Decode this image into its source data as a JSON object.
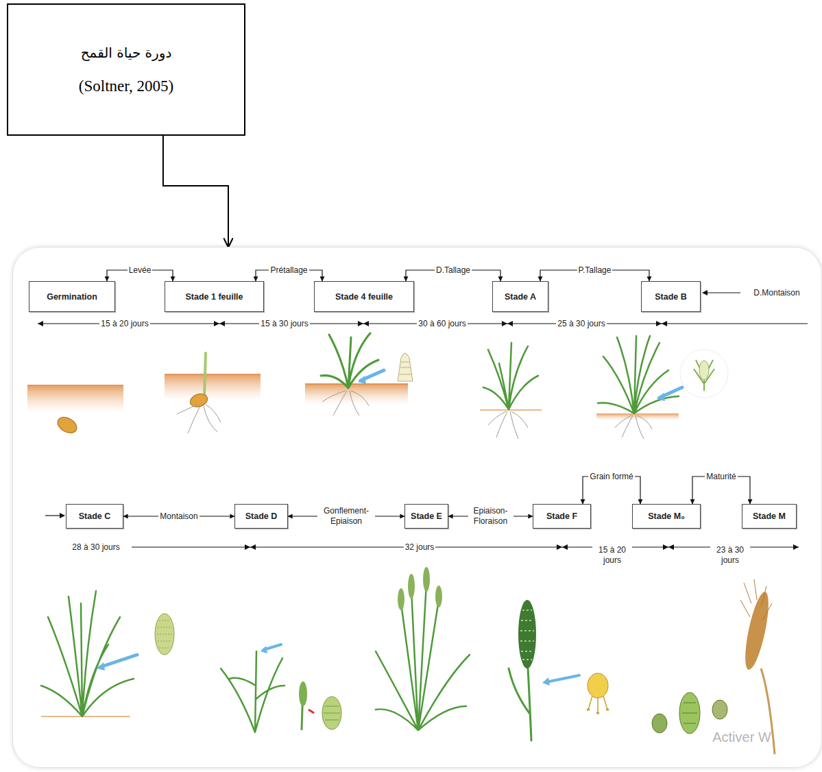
{
  "diagram": {
    "nodes": [
      {
        "text": [
          "دورة حياة القمح",
          "(Soltner, 2005)"
        ]
      },
      {
        "text": []
      },
      {
        "text": [
          "Germination"
        ],
        "in": 1
      },
      {
        "text": [
          "Stade 1 feuille"
        ],
        "in": 1
      },
      {
        "text": [
          "Stade 4 feuille"
        ],
        "in": 1
      },
      {
        "text": [
          "Stade A"
        ],
        "in": 1
      },
      {
        "text": [
          "Stade B"
        ],
        "in": 1
      },
      {
        "text": [
          "Stade C"
        ],
        "in": 1
      },
      {
        "text": [
          "Stade D"
        ],
        "in": 1
      },
      {
        "text": [
          "Stade E"
        ],
        "in": 1
      },
      {
        "text": [
          "Stade F"
        ],
        "in": 1
      },
      {
        "text": [
          "Stade M₀"
        ],
        "in": 1
      },
      {
        "text": [
          "Stade M"
        ],
        "in": 1
      }
    ],
    "edges": [
      {
        "from": 0,
        "to": 1,
        "arrow": "to"
      },
      {
        "from": 2,
        "to": 3,
        "label": "Levée",
        "arrow": "both"
      },
      {
        "from": 3,
        "to": 4,
        "label": "Prétallage",
        "arrow": "both"
      },
      {
        "from": 4,
        "to": 5,
        "label": "D.Tallage",
        "arrow": "both"
      },
      {
        "from": 5,
        "to": 6,
        "label": "P.Tallage",
        "arrow": "both"
      },
      {
        "from": 7,
        "to": 8,
        "label": "Montaison",
        "arrow": "both"
      },
      {
        "from": 8,
        "to": 9,
        "label": "Gonflement- Epiaison",
        "arrow": "both"
      },
      {
        "from": 9,
        "to": 10,
        "label": "Epiaison- Floraison",
        "arrow": "both"
      },
      {
        "from": 10,
        "to": 11,
        "label": "Grain formé",
        "arrow": "both"
      },
      {
        "from": 11,
        "to": 12,
        "label": "Maturité",
        "arrow": "both"
      }
    ],
    "labels": [
      "D.Montaison",
      "15 à 20 jours",
      "15 à 30 jours",
      "30 à 60 jours",
      "25 à 30 jours",
      "28 à 30 jours",
      "32 jours",
      "15 à 20 jours",
      "23 à 30 jours",
      "Activer W"
    ]
  }
}
